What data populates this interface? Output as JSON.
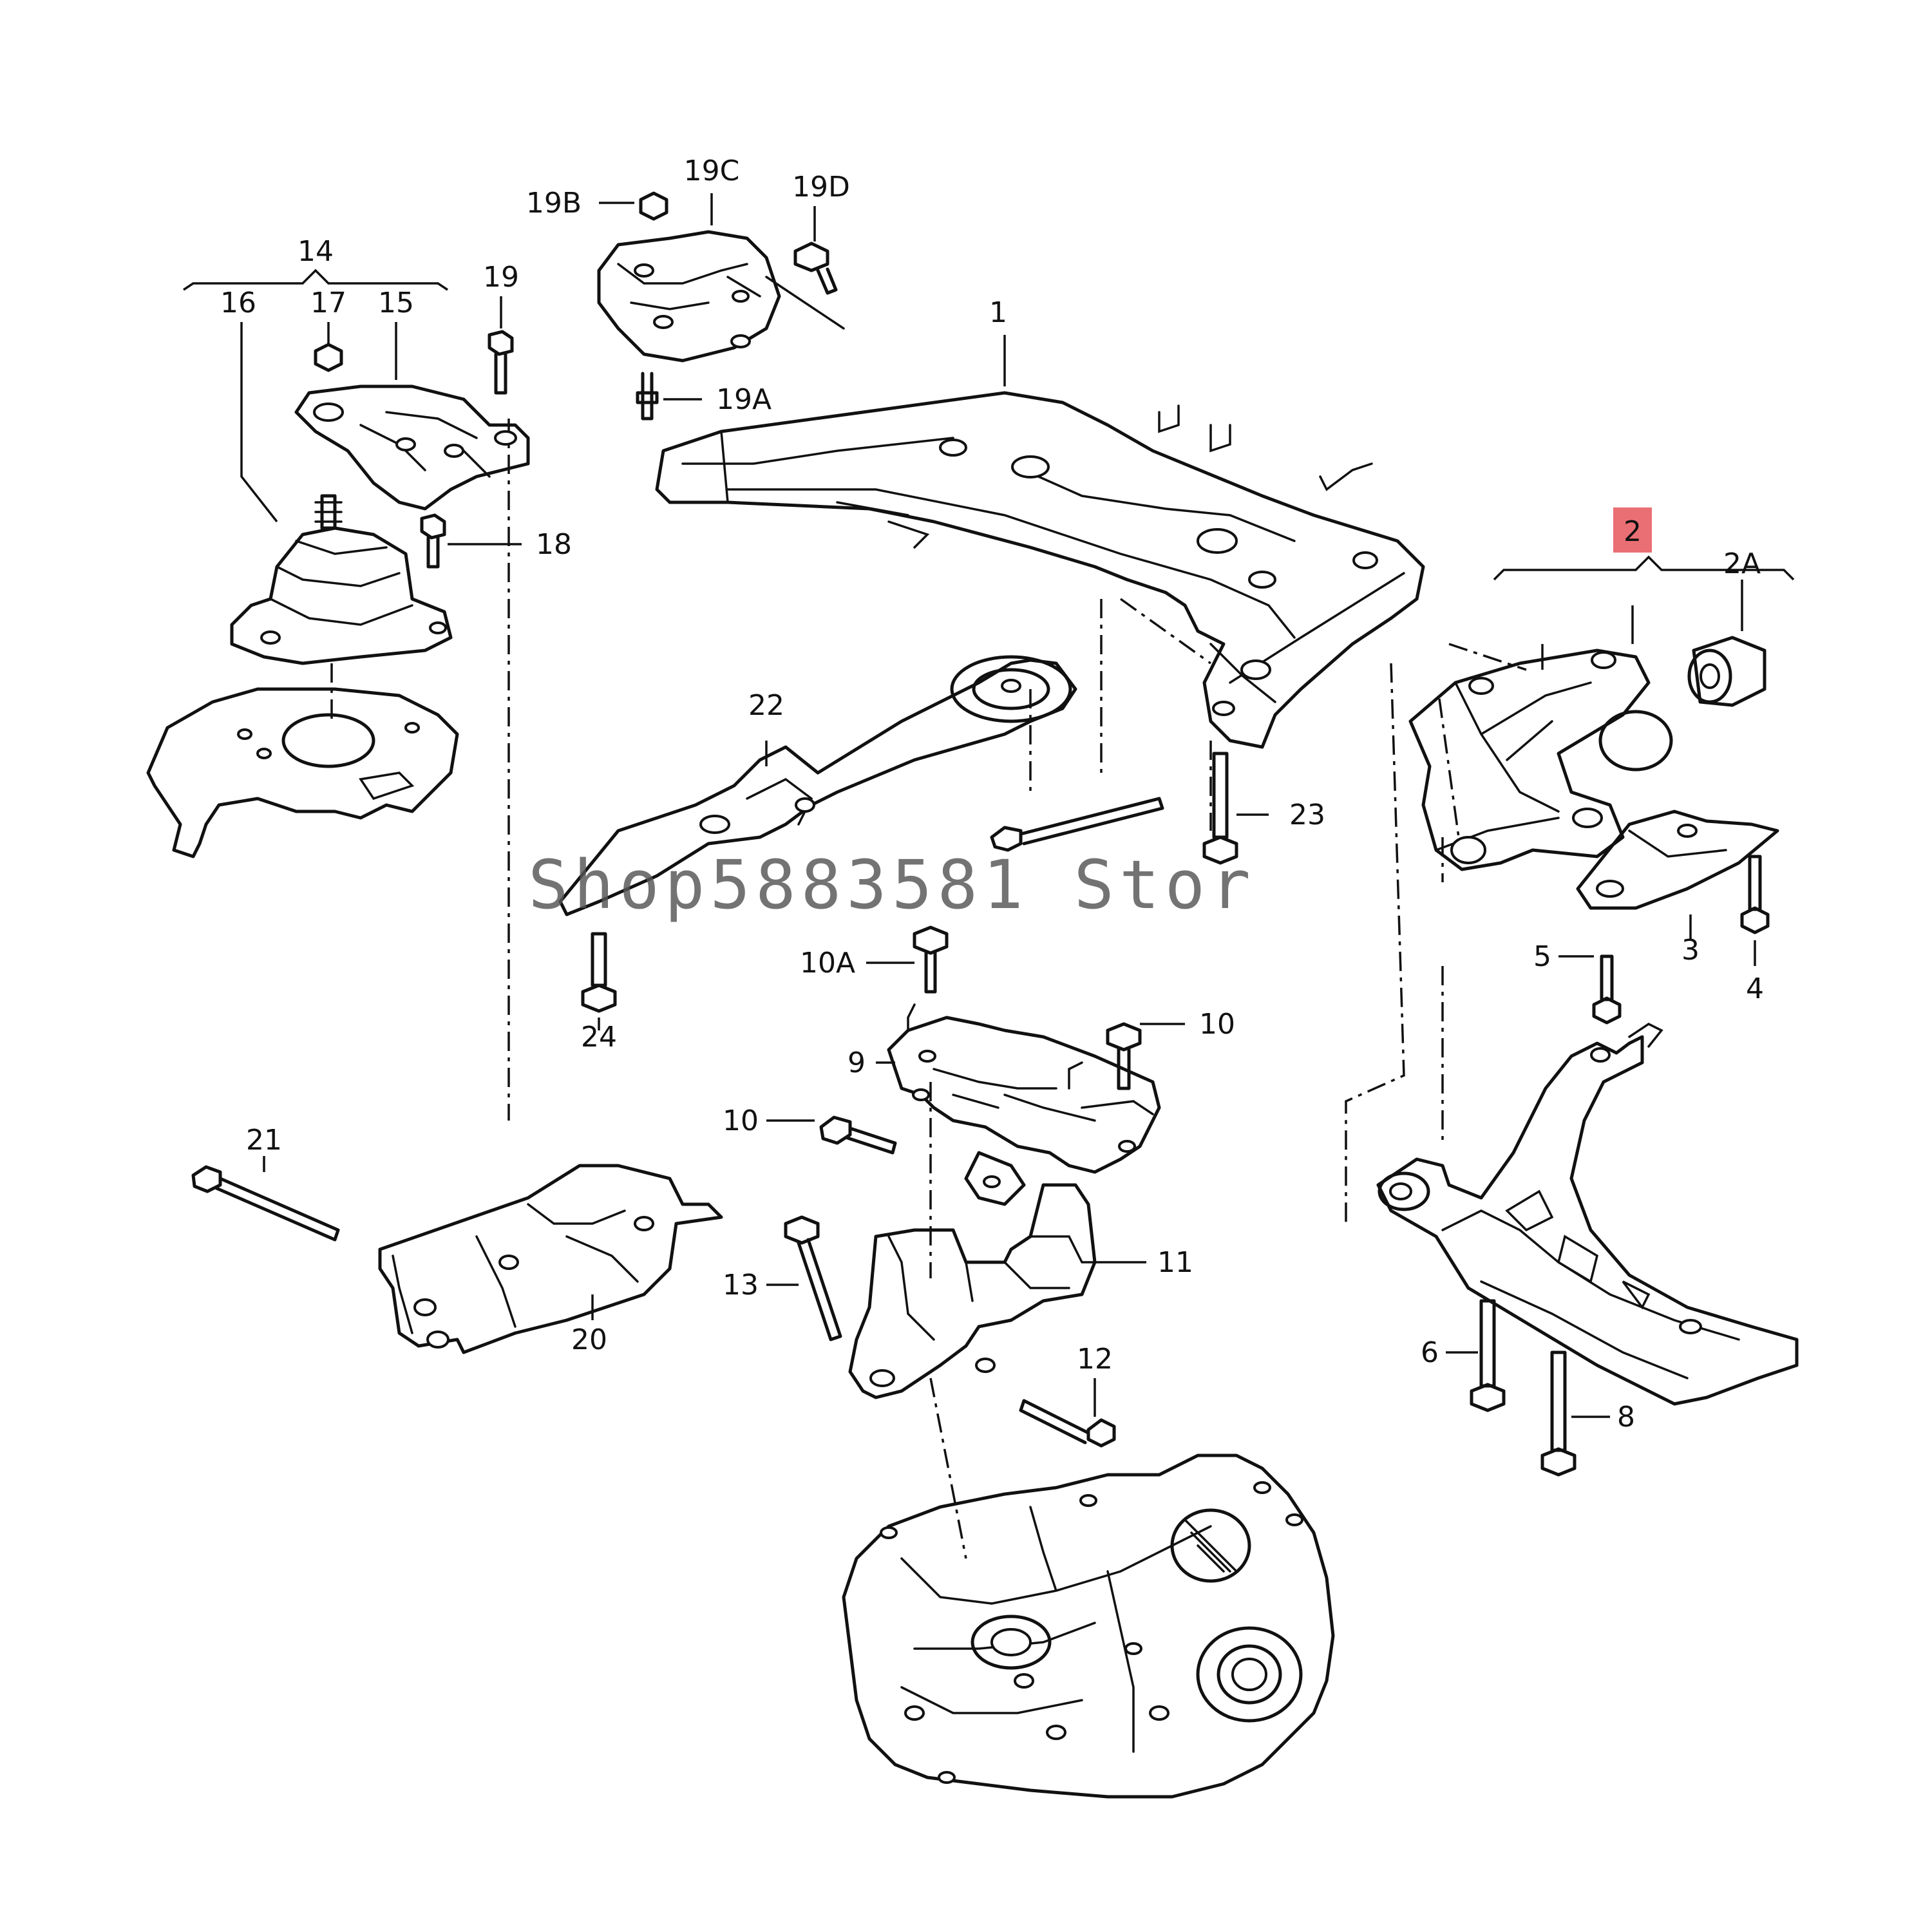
{
  "callouts": {
    "c1": "1",
    "c2": "2",
    "c2a": "2A",
    "c3": "3",
    "c4": "4",
    "c5": "5",
    "c6": "6",
    "c8": "8",
    "c9": "9",
    "c10a": "10A",
    "c10_top": "10",
    "c10_left": "10",
    "c11": "11",
    "c12": "12",
    "c13": "13",
    "c14": "14",
    "c15": "15",
    "c16": "16",
    "c17": "17",
    "c18": "18",
    "c19": "19",
    "c19a": "19A",
    "c19b": "19B",
    "c19c": "19C",
    "c19d": "19D",
    "c20": "20",
    "c21": "21",
    "c22": "22",
    "c23": "23",
    "c24": "24"
  },
  "highlight_color": "#ea6f74",
  "watermark": "Shop5883581 Stor"
}
